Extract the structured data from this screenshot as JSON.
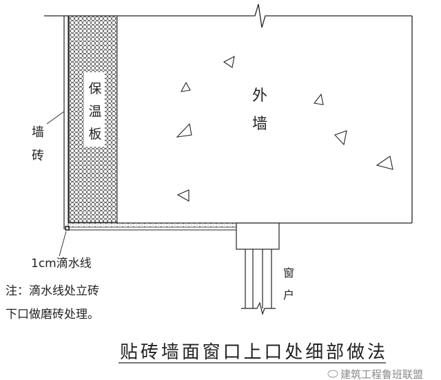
{
  "labels": {
    "wall_tile": [
      "墙",
      "砖"
    ],
    "insulation": [
      "保",
      "温",
      "板"
    ],
    "exterior_wall": [
      "外",
      "墙"
    ],
    "window": [
      "窗",
      "户"
    ],
    "drip_line": "1cm滴水线",
    "note_line1": "注：滴水线处立砖",
    "note_line2": "下口做磨砖处理。",
    "title": "贴砖墙面窗口上口处细部做法",
    "watermark": "建筑工程鲁班联盟"
  }
}
